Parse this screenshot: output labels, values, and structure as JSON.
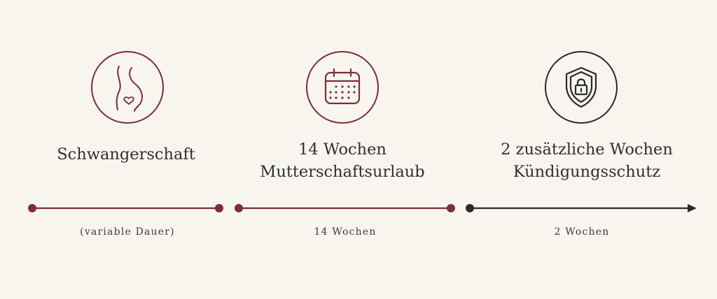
{
  "colors": {
    "background": "#f8f5ef",
    "accent": "#7a2e3b",
    "dark": "#2a2a2a"
  },
  "stages": [
    {
      "icon": "pregnancy-icon",
      "title_lines": [
        "Schwangerschaft"
      ],
      "duration": "(variable Dauer)"
    },
    {
      "icon": "calendar-icon",
      "title_lines": [
        "14 Wochen",
        "Mutterschaftsurlaub"
      ],
      "duration": "14 Wochen"
    },
    {
      "icon": "shield-lock-icon",
      "title_lines": [
        "2 zusätzliche Wochen",
        "Kündigungsschutz"
      ],
      "duration": "2 Wochen"
    }
  ]
}
